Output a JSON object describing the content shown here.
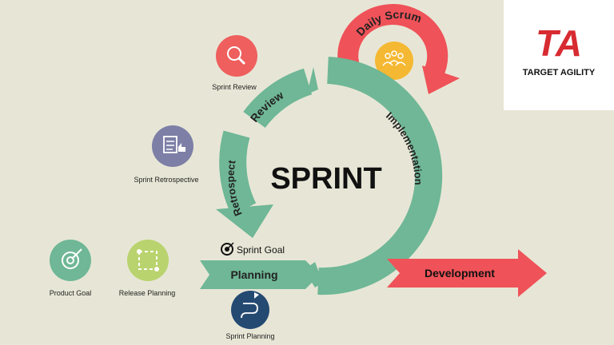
{
  "center_title": "SPRINT",
  "arcs": {
    "review": "Review",
    "retrospect": "Retrospect",
    "implementation": "Implementation",
    "planning": "Planning",
    "development": "Development",
    "daily_scrum": "Daily Scrum"
  },
  "sprint_goal": "Sprint Goal",
  "events": {
    "sprint_review": "Sprint Review",
    "sprint_retrospective": "Sprint Retrospective",
    "product_goal": "Product Goal",
    "release_planning": "Release Planning",
    "sprint_planning": "Sprint Planning"
  },
  "logo": {
    "mark": "TA",
    "name": "TARGET AGILITY"
  },
  "colors": {
    "background": "#e7e6d6",
    "teal": "#6fb796",
    "red": "#ef5258",
    "review_icon": "#ee5f5d",
    "retro_icon": "#7d7fa6",
    "product_goal_icon": "#6fb796",
    "release_planning_icon": "#b9d36e",
    "sprint_planning_icon": "#244a72",
    "daily_scrum_icon": "#f5b833"
  }
}
